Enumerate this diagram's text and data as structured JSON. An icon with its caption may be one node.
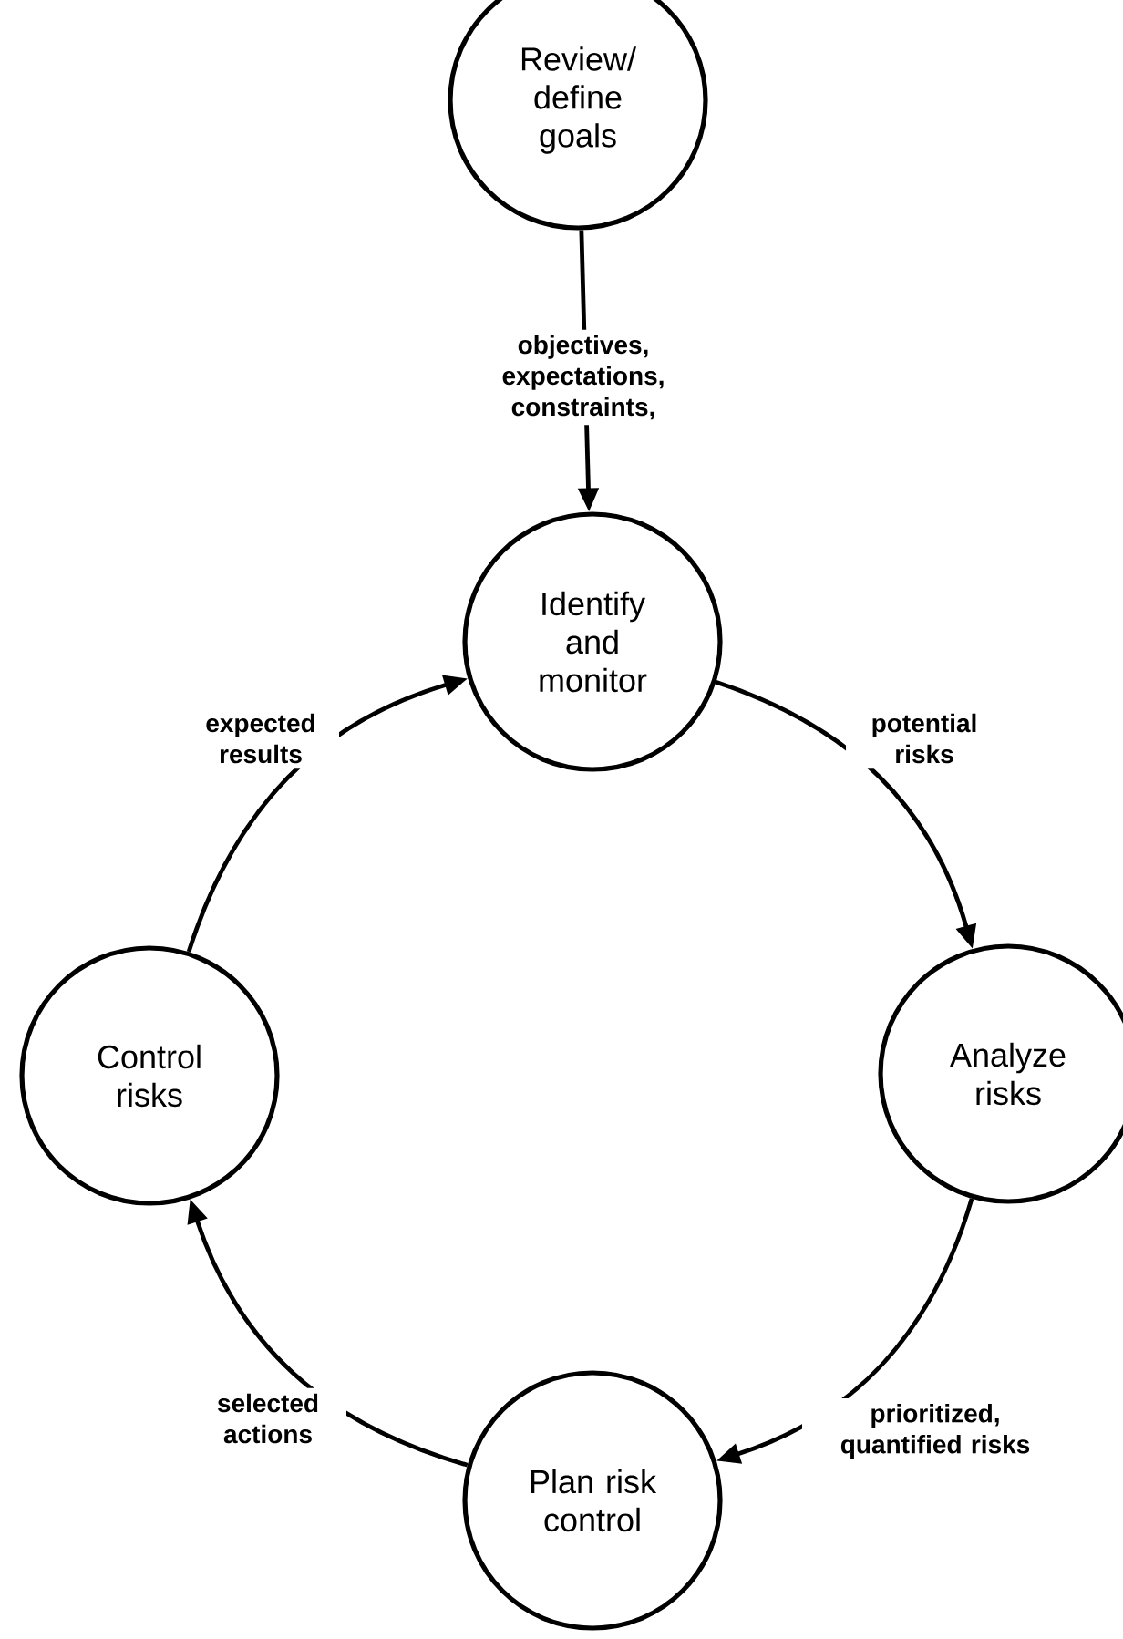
{
  "diagram": {
    "nodes": [
      {
        "text": [
          "Review/ define goals"
        ]
      },
      {
        "text": [
          "Identify and monitor"
        ]
      },
      {
        "text": [
          "Analyze risks"
        ]
      },
      {
        "text": [
          "Plan risk control"
        ]
      },
      {
        "text": [
          "Control risks"
        ]
      }
    ],
    "edges": [
      {
        "from": 0,
        "to": 1,
        "arrow": "to",
        "label": "objectives, expectations, constraints,"
      },
      {
        "from": 1,
        "to": 2,
        "arrow": "to",
        "label": "potential risks"
      },
      {
        "from": 2,
        "to": 3,
        "arrow": "to",
        "label": "prioritized, quantified risks"
      },
      {
        "from": 3,
        "to": 4,
        "arrow": "to",
        "label": "selected actions"
      },
      {
        "from": 4,
        "to": 1,
        "arrow": "to",
        "label": "expected results"
      }
    ]
  }
}
